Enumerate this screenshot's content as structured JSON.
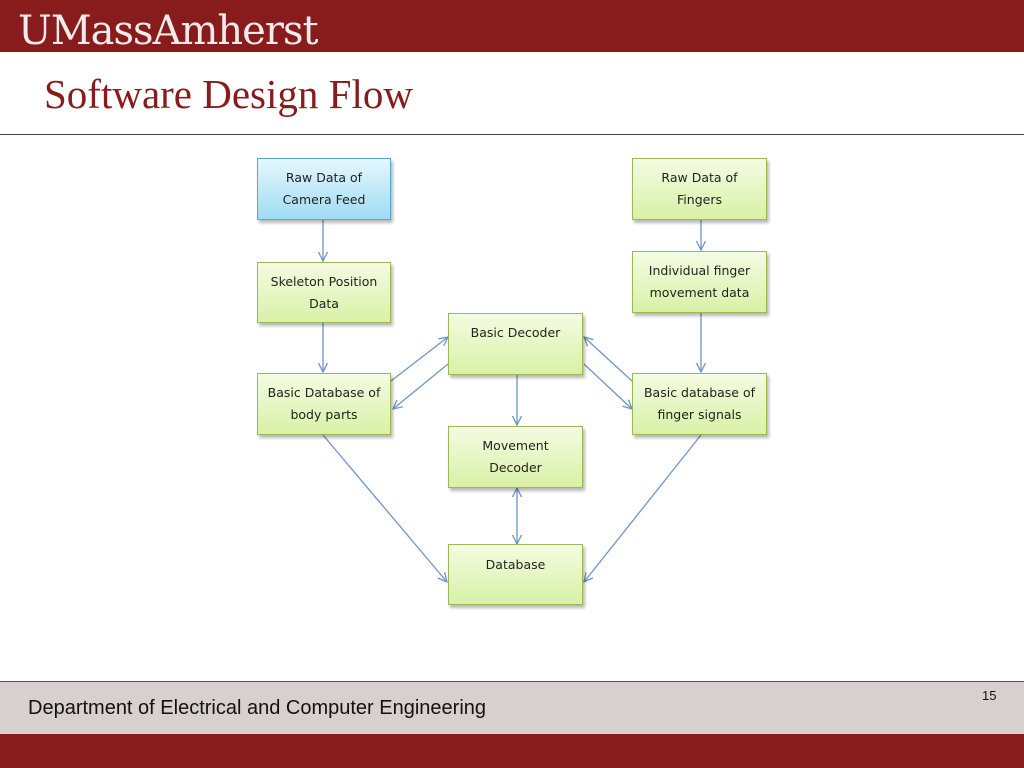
{
  "header": {
    "logo_text": "UMassAmherst",
    "title": "Software Design Flow"
  },
  "diagram": {
    "nodes": [
      {
        "id": "raw-camera",
        "label": "Raw Data of Camera Feed",
        "color": "blue"
      },
      {
        "id": "raw-fingers",
        "label": "Raw Data of Fingers",
        "color": "green"
      },
      {
        "id": "skeleton",
        "label": "Skeleton Position Data",
        "color": "green"
      },
      {
        "id": "individual-finger",
        "label": "Individual finger movement data",
        "color": "green"
      },
      {
        "id": "basic-decoder",
        "label": "Basic Decoder",
        "color": "green"
      },
      {
        "id": "body-db",
        "label": "Basic Database of body parts",
        "color": "green"
      },
      {
        "id": "finger-db",
        "label": "Basic database of finger signals",
        "color": "green"
      },
      {
        "id": "movement-decoder",
        "label": "Movement Decoder",
        "color": "green"
      },
      {
        "id": "database",
        "label": "Database",
        "color": "green"
      }
    ],
    "edges": [
      {
        "from": "raw-camera",
        "to": "skeleton"
      },
      {
        "from": "skeleton",
        "to": "body-db"
      },
      {
        "from": "raw-fingers",
        "to": "individual-finger"
      },
      {
        "from": "individual-finger",
        "to": "finger-db"
      },
      {
        "from": "body-db",
        "to": "basic-decoder"
      },
      {
        "from": "basic-decoder",
        "to": "body-db"
      },
      {
        "from": "finger-db",
        "to": "basic-decoder"
      },
      {
        "from": "basic-decoder",
        "to": "finger-db"
      },
      {
        "from": "basic-decoder",
        "to": "movement-decoder"
      },
      {
        "from": "movement-decoder",
        "to": "database",
        "bidirectional": true
      },
      {
        "from": "body-db",
        "to": "database"
      },
      {
        "from": "finger-db",
        "to": "database"
      }
    ]
  },
  "footer": {
    "department": "Department of Electrical and Computer Engineering",
    "page_number": "15"
  },
  "colors": {
    "brand_maroon": "#881c1c",
    "footer_gray": "#d8cfcf",
    "arrow_blue": "#6f95c6",
    "node_green_border": "#98b954",
    "node_blue_border": "#55a9cf"
  }
}
